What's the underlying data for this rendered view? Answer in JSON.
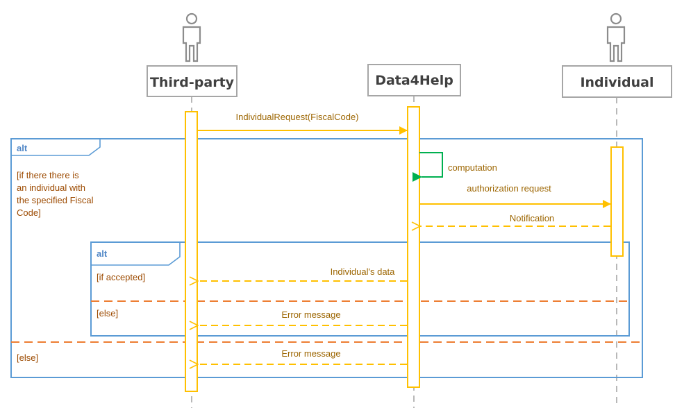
{
  "participants": {
    "third_party": "Third-party",
    "data4help": "Data4Help",
    "individual": "Individual"
  },
  "messages": {
    "individual_request": "IndividualRequest(FiscalCode)",
    "computation": "computation",
    "authorization_request": "authorization request",
    "notification": "Notification",
    "individuals_data": "Individual's data",
    "error_message_inner": "Error message",
    "error_message_outer": "Error message"
  },
  "frames": {
    "outer": {
      "tag": "alt",
      "guard_lines": [
        "[if there there is",
        "an individual with",
        "the specified Fiscal",
        "Code]"
      ],
      "else_guard": "[else]"
    },
    "inner": {
      "tag": "alt",
      "guard": "[if accepted]",
      "else_guard": "[else]"
    }
  },
  "colors": {
    "lifeline_bar": "#ffc000",
    "message_text": "#9c6500",
    "frame_border": "#5b9bd5",
    "else_divider": "#ed7d31",
    "self_call": "#00b050",
    "actor": "#8c8c8c"
  },
  "icons": [
    "actor-icon",
    "actor-icon"
  ]
}
